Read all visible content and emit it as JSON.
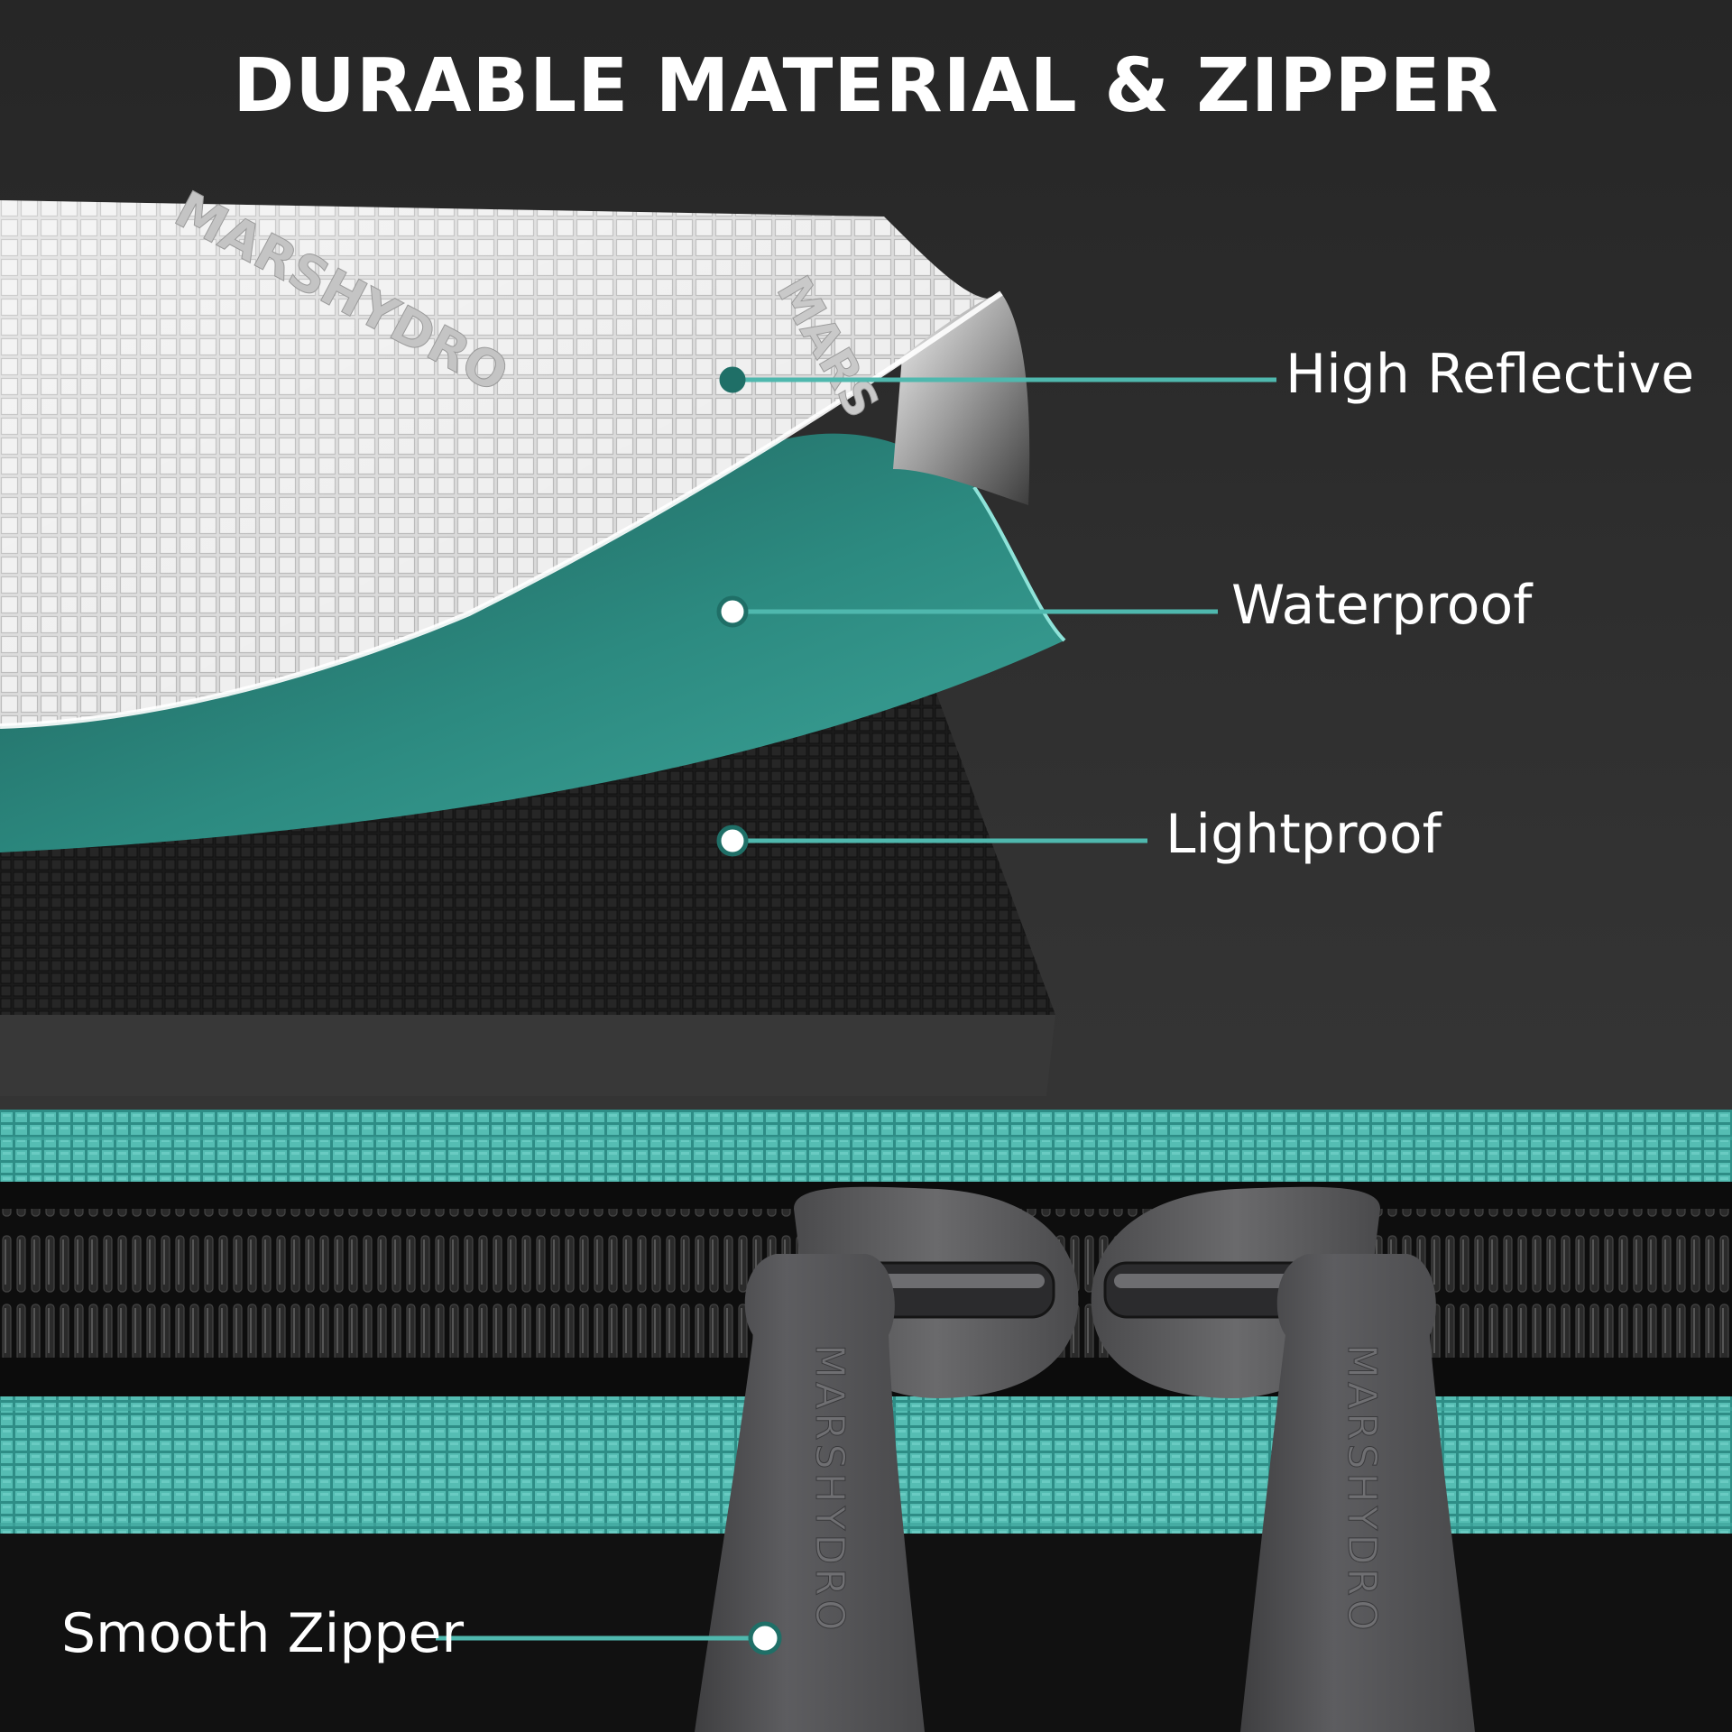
{
  "title": "DURABLE MATERIAL & ZIPPER",
  "brand_mark": "MARSHYDRO",
  "callouts": [
    {
      "label": "High Reflective"
    },
    {
      "label": "Waterproof"
    },
    {
      "label": "Lightproof"
    },
    {
      "label": "Smooth Zipper"
    }
  ],
  "colors": {
    "background": "#2a2a2a",
    "teal": "#2f8f86",
    "teal_light": "#5cc9bf",
    "zipper_teeth": "#141414",
    "slider": "#5a5a5c",
    "text": "#ffffff"
  }
}
